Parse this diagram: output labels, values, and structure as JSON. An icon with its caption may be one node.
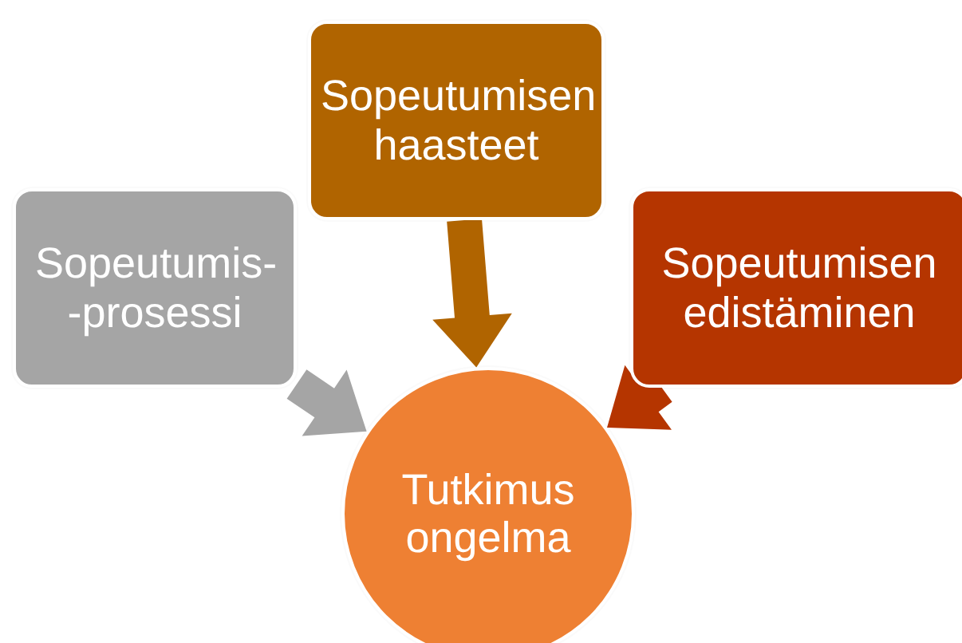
{
  "diagram": {
    "nodes": [
      {
        "text": [
          "Sopeutumis- -prosessi"
        ]
      },
      {
        "text": [
          "Sopeutumisen haasteet"
        ]
      },
      {
        "text": [
          "Sopeutumisen edistäminen"
        ]
      },
      {
        "text": [
          "Tutkimus ongelma"
        ]
      }
    ],
    "edges": [
      {
        "from": 0,
        "to": 3,
        "arrow": "to",
        "style": "thick",
        "color": "#a5a5a5"
      },
      {
        "from": 1,
        "to": 3,
        "arrow": "to",
        "style": "thick",
        "color": "#b06400"
      },
      {
        "from": 2,
        "to": 3,
        "arrow": "to",
        "style": "thick",
        "color": "#b53500"
      }
    ]
  }
}
